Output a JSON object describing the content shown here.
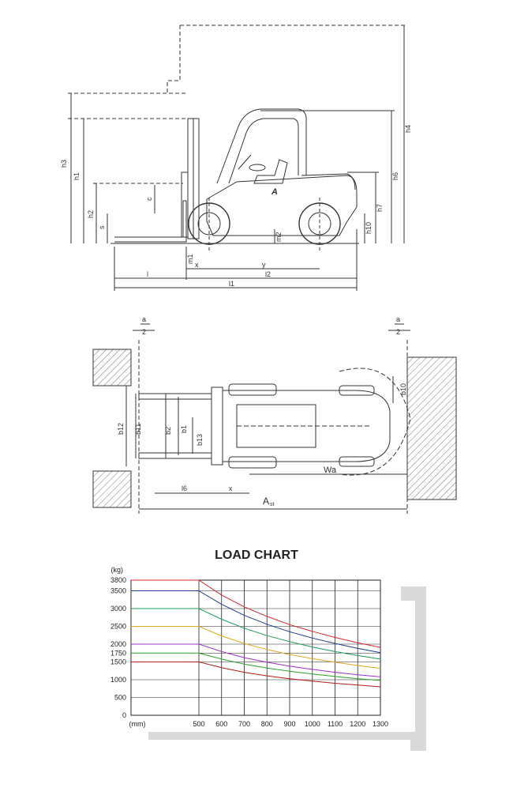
{
  "side_view": {
    "dims": {
      "h1": "h1",
      "h2": "h2",
      "h3": "h3",
      "h4": "h4",
      "h6": "h6",
      "h7": "h7",
      "h10": "h10",
      "s": "s",
      "c": "c",
      "m2": "m2",
      "m1": "m1",
      "x": "x",
      "y": "y",
      "l": "l",
      "l1": "l1",
      "l2": "l2"
    },
    "logo": "A"
  },
  "top_view": {
    "dims": {
      "a_top": "a",
      "a_bottom": "2",
      "b10": "b10",
      "b12": "b12",
      "b11": "b11",
      "b2": "b2",
      "b1": "b1",
      "b13": "b13",
      "l6": "l6",
      "x": "x",
      "wa": "Wa",
      "ast": "A",
      "ast_sub": "st"
    }
  },
  "colors": {
    "line": "#333333",
    "hatch": "#666666",
    "grid": "#222222"
  },
  "chart_data": {
    "type": "line",
    "title": "LOAD CHART",
    "y_unit": "(kg)",
    "x_unit": "(mm)",
    "y_tick_labels": [
      "3800",
      "3500",
      "3000",
      "2500",
      "2000",
      "1750",
      "1500",
      "1000",
      "500",
      "0"
    ],
    "x_tick_labels": [
      "500",
      "600",
      "700",
      "800",
      "900",
      "1000",
      "1100",
      "1200",
      "1300"
    ],
    "y_ticks": [
      3800,
      3500,
      3000,
      2500,
      2000,
      1750,
      1500,
      1000,
      500,
      0
    ],
    "x_ticks": [
      500,
      600,
      700,
      800,
      900,
      1000,
      1100,
      1200,
      1300
    ],
    "xlim": [
      200,
      1300
    ],
    "ylim": [
      0,
      3800
    ],
    "grid": true,
    "series": [
      {
        "color": "#d62728",
        "x": [
          200,
          500,
          600,
          700,
          800,
          900,
          1000,
          1100,
          1200,
          1300
        ],
        "values": [
          3800,
          3800,
          3380,
          3050,
          2780,
          2550,
          2360,
          2190,
          2040,
          1910
        ]
      },
      {
        "color": "#1f3b8c",
        "x": [
          200,
          500,
          600,
          700,
          800,
          900,
          1000,
          1100,
          1200,
          1300
        ],
        "values": [
          3500,
          3500,
          3120,
          2810,
          2560,
          2350,
          2170,
          2020,
          1880,
          1760
        ]
      },
      {
        "color": "#1a9a55",
        "x": [
          200,
          500,
          600,
          700,
          800,
          900,
          1000,
          1100,
          1200,
          1300
        ],
        "values": [
          3000,
          3000,
          2700,
          2450,
          2240,
          2070,
          1920,
          1790,
          1680,
          1580
        ]
      },
      {
        "color": "#e0a820",
        "x": [
          200,
          500,
          600,
          700,
          800,
          900,
          1000,
          1100,
          1200,
          1300
        ],
        "values": [
          2500,
          2500,
          2230,
          2020,
          1850,
          1710,
          1590,
          1490,
          1400,
          1320
        ]
      },
      {
        "color": "#9b30c8",
        "x": [
          200,
          500,
          600,
          700,
          800,
          900,
          1000,
          1100,
          1200,
          1300
        ],
        "values": [
          2000,
          2000,
          1790,
          1620,
          1490,
          1380,
          1290,
          1210,
          1140,
          1080
        ]
      },
      {
        "color": "#2ca02c",
        "x": [
          200,
          500,
          600,
          700,
          800,
          900,
          1000,
          1100,
          1200,
          1300
        ],
        "values": [
          1750,
          1750,
          1580,
          1440,
          1330,
          1240,
          1160,
          1090,
          1030,
          980
        ]
      },
      {
        "color": "#b01c1c",
        "x": [
          200,
          500,
          600,
          700,
          800,
          900,
          1000,
          1100,
          1200,
          1300
        ],
        "values": [
          1500,
          1500,
          1340,
          1210,
          1110,
          1030,
          960,
          900,
          850,
          800
        ]
      }
    ]
  }
}
